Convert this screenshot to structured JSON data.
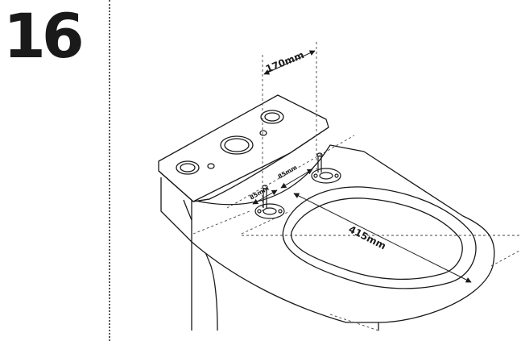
{
  "step": {
    "number": "16"
  },
  "dimensions": {
    "hole_spacing": "170mm",
    "bolt_offset_left": "85mm",
    "bolt_offset_right": "85mm",
    "bolt_to_front": "415mm"
  },
  "colors": {
    "line": "#1a1a1a",
    "fill": "#ffffff"
  }
}
